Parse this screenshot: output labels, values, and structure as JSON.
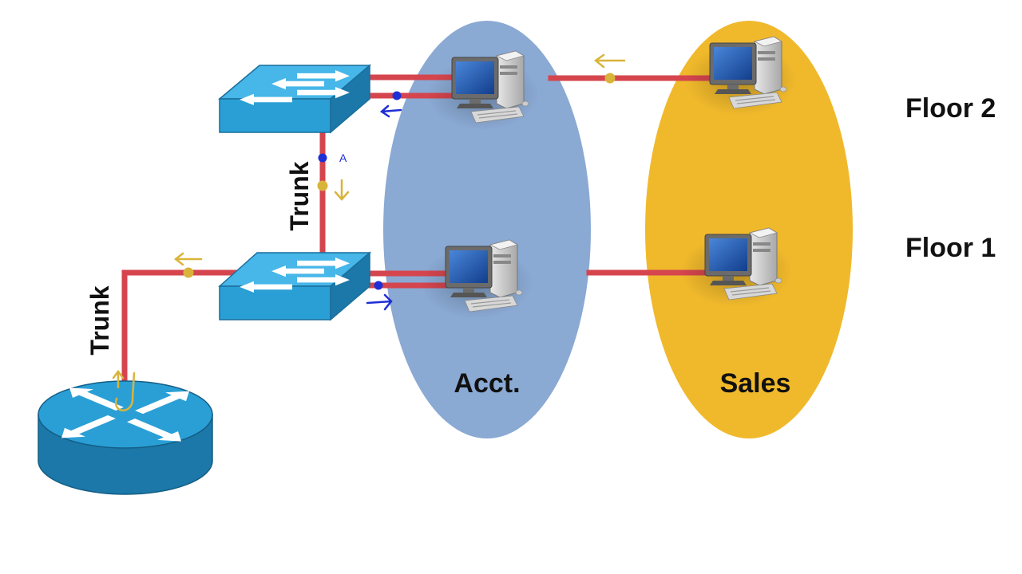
{
  "labels": {
    "floor_2": "Floor 2",
    "floor_1": "Floor 1",
    "trunk_upper": "Trunk",
    "trunk_lower": "Trunk",
    "group_acct": "Acct.",
    "group_sales": "Sales",
    "annotation_a": "A"
  },
  "colors": {
    "cable": "#d5454e",
    "acct_group": "#8aa9d3",
    "sales_group": "#f0b92c",
    "device_face": "#2a9fd6",
    "device_side": "#1b78a8",
    "annotation_blue": "#1f2fd6",
    "annotation_yellow": "#d9b43a"
  },
  "icons": {
    "switch": "switch-icon",
    "router": "router-icon",
    "computer": "computer-icon"
  }
}
